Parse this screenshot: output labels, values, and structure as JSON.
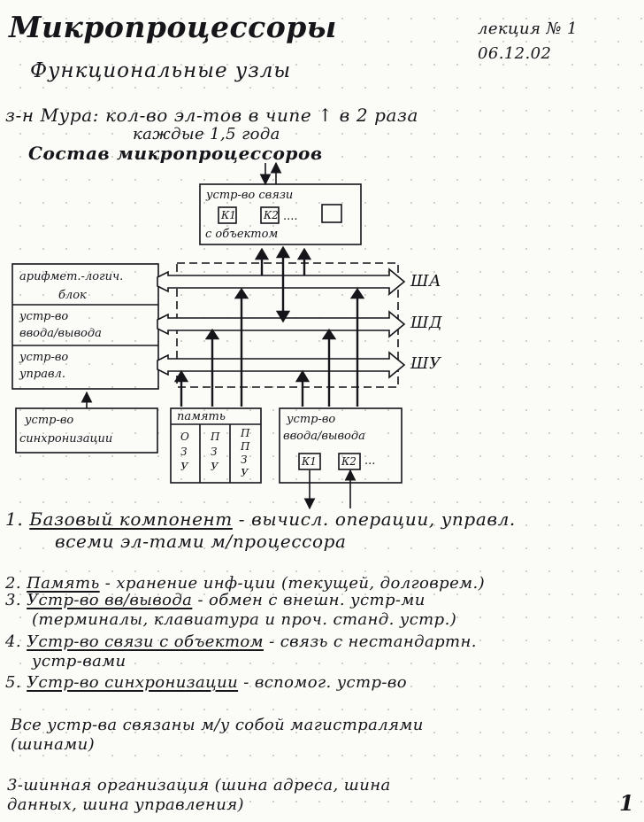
{
  "header": {
    "title": "Микропроцессоры",
    "lecture": "лекция № 1",
    "date": "06.12.02",
    "subtitle": "Функциональные узлы"
  },
  "intro": {
    "moore_law_line1": "з-н Мура: кол-во эл-тов в чипе ↑ в 2 раза",
    "moore_law_line2": "каждые 1,5 года",
    "composition_heading": "Состав микропроцессоров"
  },
  "diagram": {
    "link_device_line1": "устр-во связи",
    "link_device_line2": "с объектом",
    "k1": "К1",
    "k2": "К2",
    "dots": "....",
    "alu_line1": "арифмет.-логич.",
    "alu_line2": "блок",
    "io_device_line1": "устр-во",
    "io_device_line2": "ввода/вывода",
    "control_line1": "устр-во",
    "control_line2": "управл.",
    "sync_line1": "устр-во",
    "sync_line2": "синхронизации",
    "memory_title": "память",
    "memory_cols": [
      [
        "О",
        "З",
        "У"
      ],
      [
        "П",
        "З",
        "У"
      ],
      [
        "П",
        "П",
        "З",
        "У"
      ]
    ],
    "io2_line1": "устр-во",
    "io2_line2": "ввода/вывода",
    "io2_k1": "К1",
    "io2_k2": "К2",
    "io2_dots": "...",
    "bus_a": "ША",
    "bus_d": "ШД",
    "bus_u": "ШУ"
  },
  "items": [
    {
      "num": "1.",
      "term": "Базовый компонент",
      "desc": " - вычисл. операции, управл.",
      "cont": "всеми эл-тами м/процессора"
    },
    {
      "num": "2.",
      "term": "Память",
      "desc": " - хранение инф-ции (текущей, долговрем.)"
    },
    {
      "num": "3.",
      "term": "Устр-во вв/вывода",
      "desc": " - обмен с внешн. устр-ми",
      "cont": "(терминалы, клавиатура и проч. станд. устр.)"
    },
    {
      "num": "4.",
      "term": "Устр-во связи с объектом",
      "desc": " - связь с нестандартн.",
      "cont": "устр-вами"
    },
    {
      "num": "5.",
      "term": "Устр-во синхронизации",
      "desc": " - вспомог. устр-во"
    }
  ],
  "notes": {
    "buses_line1": "Все устр-ва связаны м/у собой магистралями",
    "buses_line2": "(шинами)",
    "three_bus_line1": "3-шинная организация (шина адреса, шина",
    "three_bus_line2": "данных, шина управления)"
  },
  "page_number": "1"
}
